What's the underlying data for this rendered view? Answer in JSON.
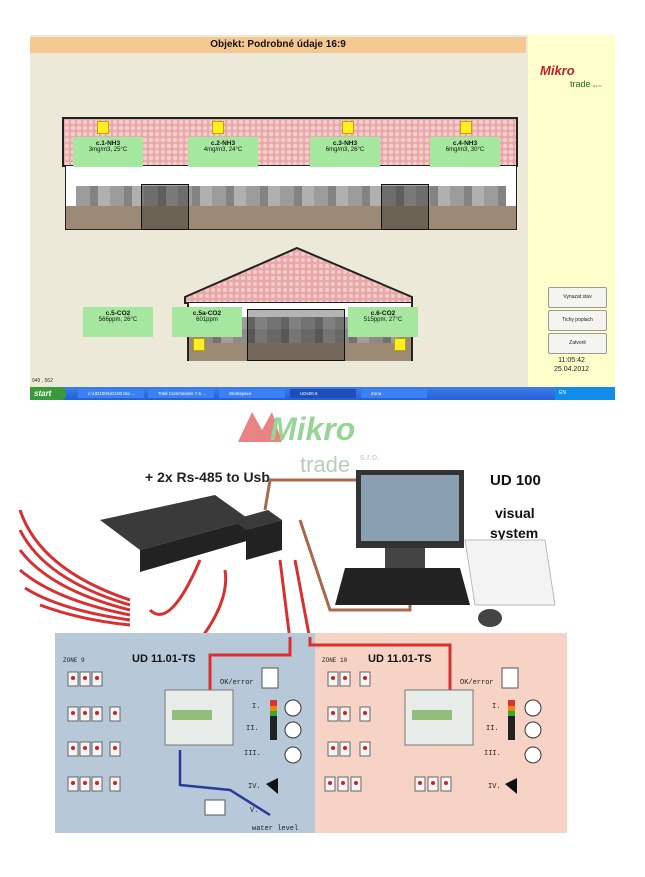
{
  "screen": {
    "title": "Objekt: Podrobné údaje 16:9",
    "logo": {
      "brand": "Mikro",
      "sub": "trade",
      "suffix": "s.r.o."
    },
    "nh3_sensors": [
      {
        "name": "c.1-NH3",
        "value": "3mg/m3, 25°C"
      },
      {
        "name": "c.2-NH3",
        "value": "4mg/m3, 24°C"
      },
      {
        "name": "c.3-NH3",
        "value": "6mg/m3, 26°C"
      },
      {
        "name": "c.4-NH3",
        "value": "6mg/m3, 30°C"
      }
    ],
    "co2_sensors": [
      {
        "name": "c.5-CO2",
        "value": "566ppm, 26°C"
      },
      {
        "name": "c.5a-CO2",
        "value": "601ppm"
      },
      {
        "name": "c.6-CO2",
        "value": "515ppm, 27°C"
      }
    ],
    "buttons": {
      "reset": "Vynazat stav",
      "silent": "Tichy poplach",
      "close": "Zatvorit"
    },
    "time": "11:05:42",
    "date": "25.04.2012",
    "coords": "949 , 562",
    "taskbar": {
      "start": "start",
      "tasks": [
        "c:\\UD100\\UD100.0xx ...",
        "Total Commander 7.5 ...",
        "Workspace",
        "UDx00.6",
        "Zona"
      ],
      "tray": "EN"
    }
  },
  "diagram": {
    "logo": {
      "brand": "Mikro",
      "sub": "trade",
      "suffix": "s.r.o."
    },
    "converter_label": "+ 2x Rs-485 to Usb",
    "pc_label": "UD 100",
    "visual_label": "visual system",
    "zones": [
      {
        "zone": "ZONE 9",
        "device": "UD 11.01-TS",
        "status": "OK/error",
        "outputs": [
          "I.",
          "II.",
          "III.",
          "IV.",
          "V."
        ],
        "water": "water level",
        "color": "#b7c8d8"
      },
      {
        "zone": "ZONE 10",
        "device": "UD 11.01-TS",
        "status": "OK/error",
        "outputs": [
          "I.",
          "II.",
          "III.",
          "IV."
        ],
        "color": "#f6d3c4"
      }
    ]
  }
}
